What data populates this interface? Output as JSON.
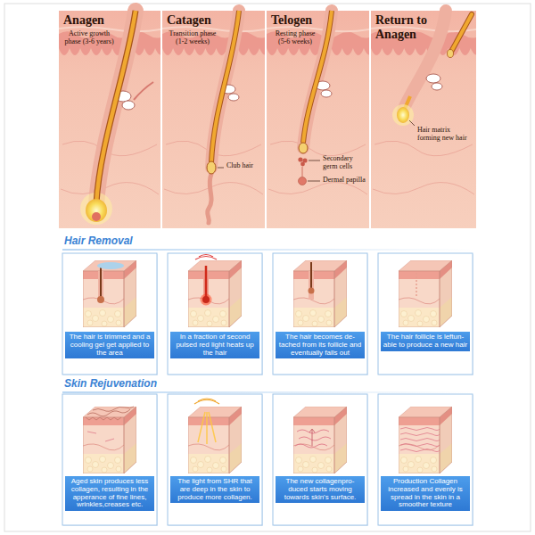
{
  "diagram": {
    "nodes": [
      {
        "text": [
          "Anagen",
          "Active growth phase (3-6 years)"
        ]
      },
      {
        "text": [
          "Catagen",
          "Transition phase (1-2 weeks)",
          "Club hair"
        ]
      },
      {
        "text": [
          "Telogen",
          "Resting phase (5-6 weeks)",
          "Secondary germ cells",
          "Dermal papilla"
        ]
      },
      {
        "text": [
          "Return to Anagen",
          "Hair matrix forming new hair"
        ]
      },
      {
        "text": [
          "The hair is trimmed and a cooling gel get applied to the area"
        ]
      },
      {
        "text": [
          "In a fraction of second pulsed red light heats up the hair"
        ]
      },
      {
        "text": [
          "The hair becomes de- tached from its follicle and eventually falls out"
        ]
      },
      {
        "text": [
          "The hair follicle is leftun- able to produce a new hair"
        ]
      },
      {
        "text": [
          "Aged skin produces less collagen, resulting in the apperance of fine lines, wrinkles,creases etc."
        ]
      },
      {
        "text": [
          "The light from SHR that are deep in the skin to produce more collagen."
        ]
      },
      {
        "text": [
          "The new collagenpro- duced starts moving towards skin's surface."
        ]
      },
      {
        "text": [
          "Production Collagen increased and evenly is spread in the skin in a smoother texture"
        ]
      }
    ],
    "labels": [
      "Hair Removal",
      "Skin Rejuvenation"
    ]
  }
}
